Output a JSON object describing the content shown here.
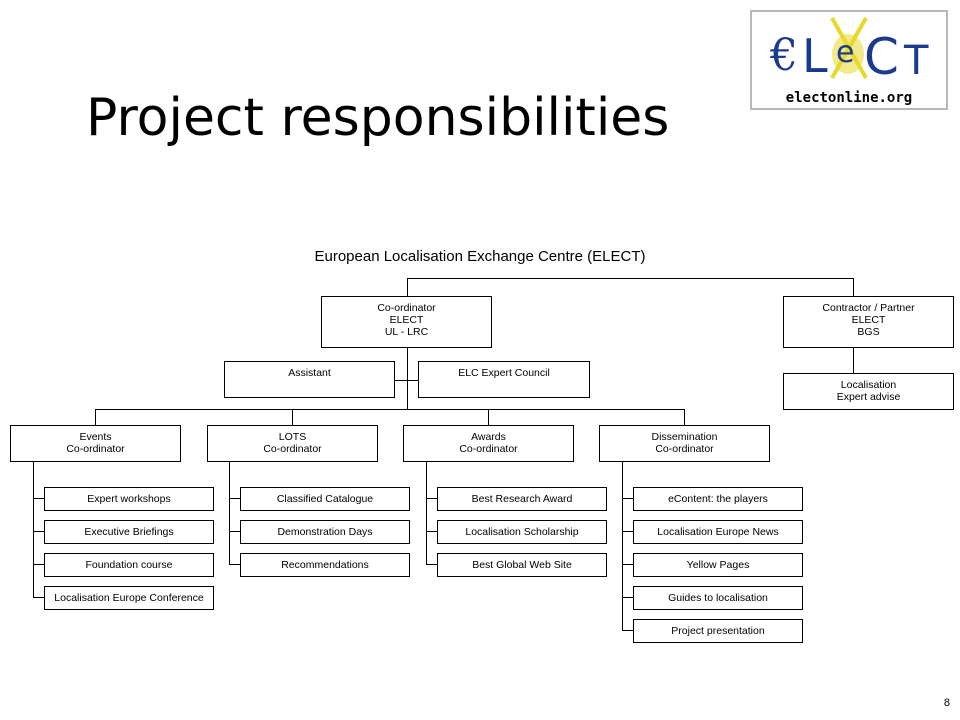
{
  "slide": {
    "title": "Project responsibilities",
    "page_number": "8"
  },
  "logo": {
    "url": "electonline.org",
    "colors": {
      "blue": "#1a3a8c",
      "yellow": "#e8d82a",
      "gray": "#b8b8b8"
    }
  },
  "org_chart": {
    "title": "European Localisation Exchange Centre (ELECT)",
    "coordinator": "Co-ordinator\nELECT\nUL - LRC",
    "contractor": "Contractor / Partner\nELECT\nBGS",
    "assistant": "Assistant",
    "council": "ELC Expert Council",
    "expert_advise": "Localisation\nExpert advise",
    "departments": [
      {
        "label": "Events\nCo-ordinator",
        "items": [
          "Expert workshops",
          "Executive Briefings",
          "Foundation course",
          "Localisation Europe Conference"
        ]
      },
      {
        "label": "LOTS\nCo-ordinator",
        "items": [
          "Classified Catalogue",
          "Demonstration Days",
          "Recommendations"
        ]
      },
      {
        "label": "Awards\nCo-ordinator",
        "items": [
          "Best Research Award",
          "Localisation Scholarship",
          "Best Global Web Site"
        ]
      },
      {
        "label": "Dissemination\nCo-ordinator",
        "items": [
          "eContent: the players",
          "Localisation Europe News",
          "Yellow Pages",
          "Guides to localisation",
          "Project presentation"
        ]
      }
    ]
  }
}
